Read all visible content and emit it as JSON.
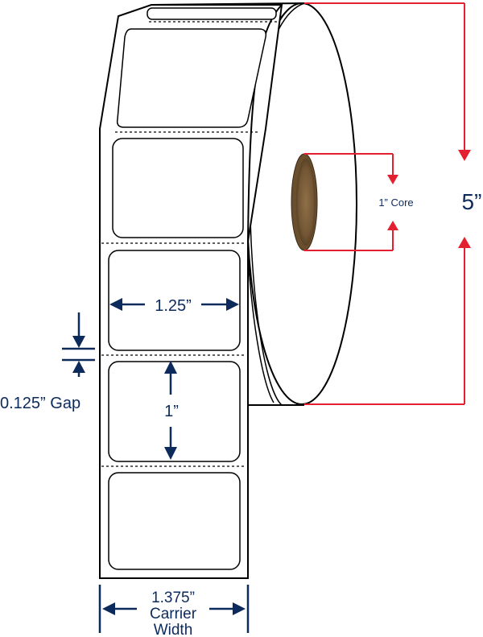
{
  "label_width": "1.25”",
  "label_height": "1”",
  "gap": "0.125” Gap",
  "core": "1” Core",
  "roll_diameter": "5”",
  "carrier_width_value": "1.375”",
  "carrier_width_line1": "Carrier",
  "carrier_width_line2": "Width",
  "colors": {
    "dimension_navy": "#0d2a5c",
    "dimension_red": "#e3202f",
    "core_brown": "#7a5c36",
    "outline": "#000000"
  }
}
